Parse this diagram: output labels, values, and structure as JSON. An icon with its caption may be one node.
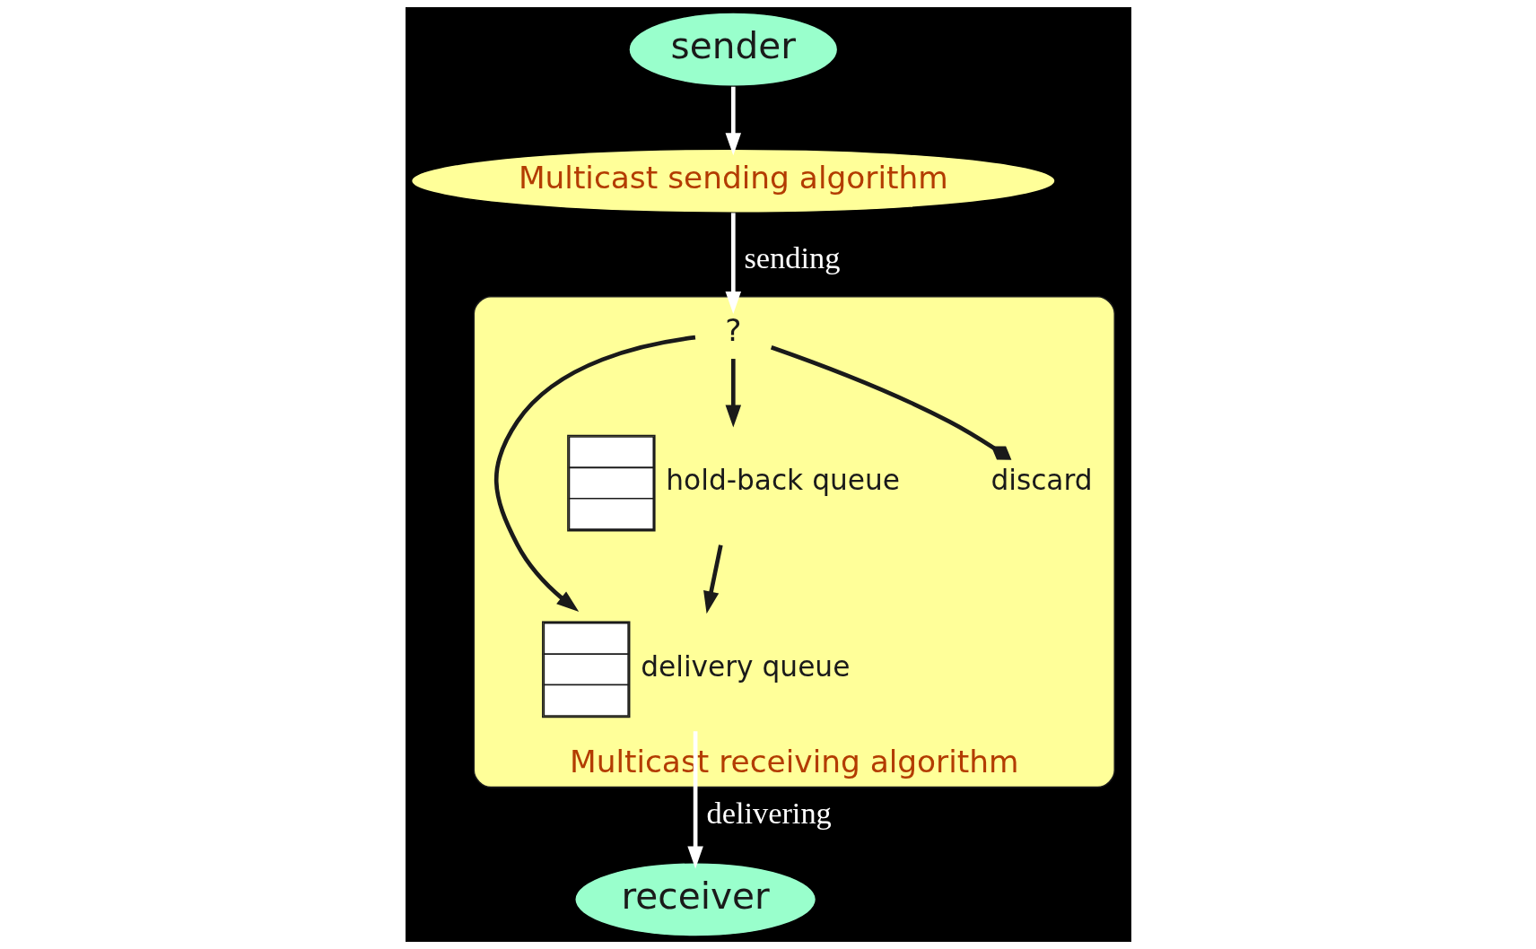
{
  "diagram": {
    "nodes": [
      {
        "text": [
          "sender"
        ]
      },
      {
        "text": [
          "receiver"
        ]
      },
      {
        "text": [
          "Multicast sending algorithm"
        ]
      },
      {
        "text": [
          "Multicast receiving algorithm"
        ]
      },
      {
        "text": [],
        "shape": "box",
        "in": 3,
        "beside": [
          "delivery queue"
        ]
      },
      {
        "text": [],
        "shape": "box",
        "in": 3,
        "beside": [
          "hold-back queue"
        ]
      },
      {
        "text": [
          "?"
        ],
        "in": 3
      },
      {
        "text": [
          "discard"
        ],
        "in": 3
      }
    ],
    "edges": [
      {
        "from": 0,
        "to": 2,
        "arrow": "to",
        "color": "#ffffff"
      },
      {
        "from": 2,
        "to": 6,
        "arrow": "to",
        "label": "sending",
        "color": "#ffffff"
      },
      {
        "from": 6,
        "to": 4,
        "arrow": "to"
      },
      {
        "from": 6,
        "to": 5,
        "arrow": "to"
      },
      {
        "from": 6,
        "to": 7,
        "arrow": "other"
      },
      {
        "from": 5,
        "to": 4,
        "arrow": "to"
      },
      {
        "from": 4,
        "to": 1,
        "arrow": "to",
        "label": "delivering",
        "color": "#ffffff"
      }
    ]
  }
}
